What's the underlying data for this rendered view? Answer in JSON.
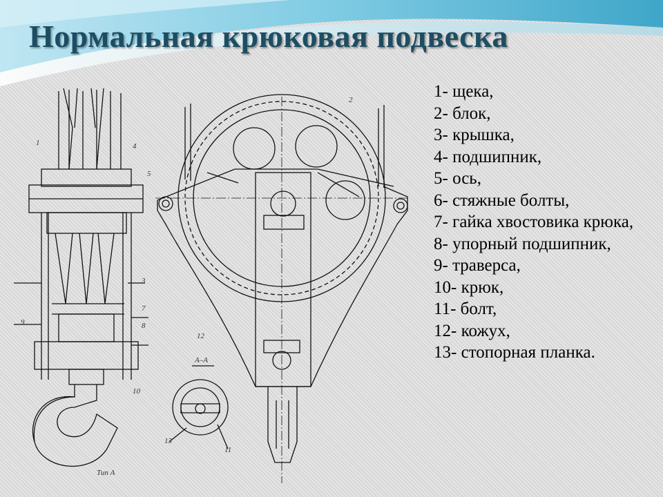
{
  "page": {
    "title": "Нормальная крюковая подвеска"
  },
  "legend": [
    "1- щека,",
    "2- блок,",
    "3- крышка,",
    "4- подшипник,",
    "5- ось,",
    "6- стяжные болты,",
    "7- гайка хвостовика крюка,",
    "8- упорный подшипник,",
    "9- траверса,",
    "10- крюк,",
    "11- болт,",
    "12- кожух,",
    "13- стопорная планка."
  ],
  "drawing": {
    "section_label": "А–А",
    "view_label": "Тип А",
    "callouts": [
      "1",
      "4",
      "5",
      "2",
      "3",
      "7",
      "8",
      "9",
      "10",
      "11",
      "12",
      "13"
    ]
  },
  "colors": {
    "banner_teal": "#3fa6c9",
    "banner_light": "#bfe6f2",
    "title": "#1d4d63",
    "ink": "#111111"
  }
}
